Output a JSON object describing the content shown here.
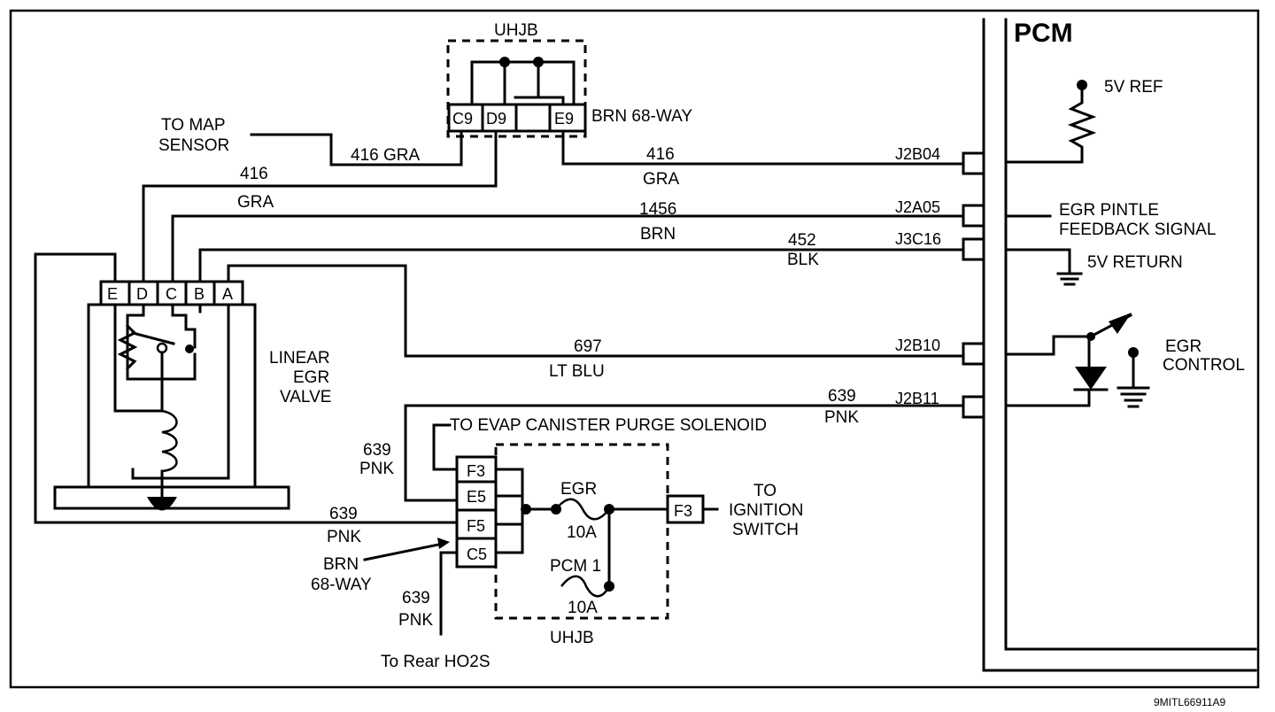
{
  "title_pcm": "PCM",
  "uhjb_top": "UHJB",
  "uhjb_bottom": "UHJB",
  "map": {
    "line1": "TO MAP",
    "line2": "SENSOR"
  },
  "uhjb_top_pins": [
    "C9",
    "D9",
    "",
    "E9"
  ],
  "brn_68way_top": "BRN 68-WAY",
  "wires": {
    "w416_gra_map": "416 GRA",
    "w416_top_num": "416",
    "w416_top_color": "GRA",
    "w416_left_num": "416",
    "w416_left_color": "GRA",
    "w1456_num": "1456",
    "w1456_color": "BRN",
    "w452_num": "452",
    "w452_color": "BLK",
    "w697_num": "697",
    "w697_color": "LT BLU",
    "w639_pcm_num": "639",
    "w639_pcm_color": "PNK",
    "w639_evap_num": "639",
    "w639_evap_color": "PNK",
    "w639_valve_num": "639",
    "w639_valve_color": "PNK",
    "w639_ho2s_num": "639",
    "w639_ho2s_color": "PNK"
  },
  "connectors": [
    "J2B04",
    "J2A05",
    "J3C16",
    "J2B10",
    "J2B11"
  ],
  "pcm_labels": {
    "ref": "5V REF",
    "pintle_1": "EGR PINTLE",
    "pintle_2": "FEEDBACK SIGNAL",
    "return": "5V  RETURN",
    "control_1": "EGR",
    "control_2": "CONTROL"
  },
  "valve": {
    "pins": [
      "E",
      "D",
      "C",
      "B",
      "A"
    ],
    "label_1": "LINEAR",
    "label_2": "EGR",
    "label_3": "VALVE"
  },
  "uhjb_bottom_pins": [
    "F3",
    "E5",
    "F5",
    "C5"
  ],
  "evap_label": "TO EVAP CANISTER PURGE SOLENOID",
  "fuse_egr": {
    "name": "EGR",
    "rating": "10A"
  },
  "fuse_pcm": {
    "name": "PCM 1",
    "rating": "10A"
  },
  "ign_pin": "F3",
  "ignition": {
    "line1": "TO",
    "line2": "IGNITION",
    "line3": "SWITCH"
  },
  "brn_68way_bottom": {
    "line1": "BRN",
    "line2": "68-WAY"
  },
  "rear_ho2s": "To Rear HO2S",
  "figure_id": "9MITL66911A9"
}
